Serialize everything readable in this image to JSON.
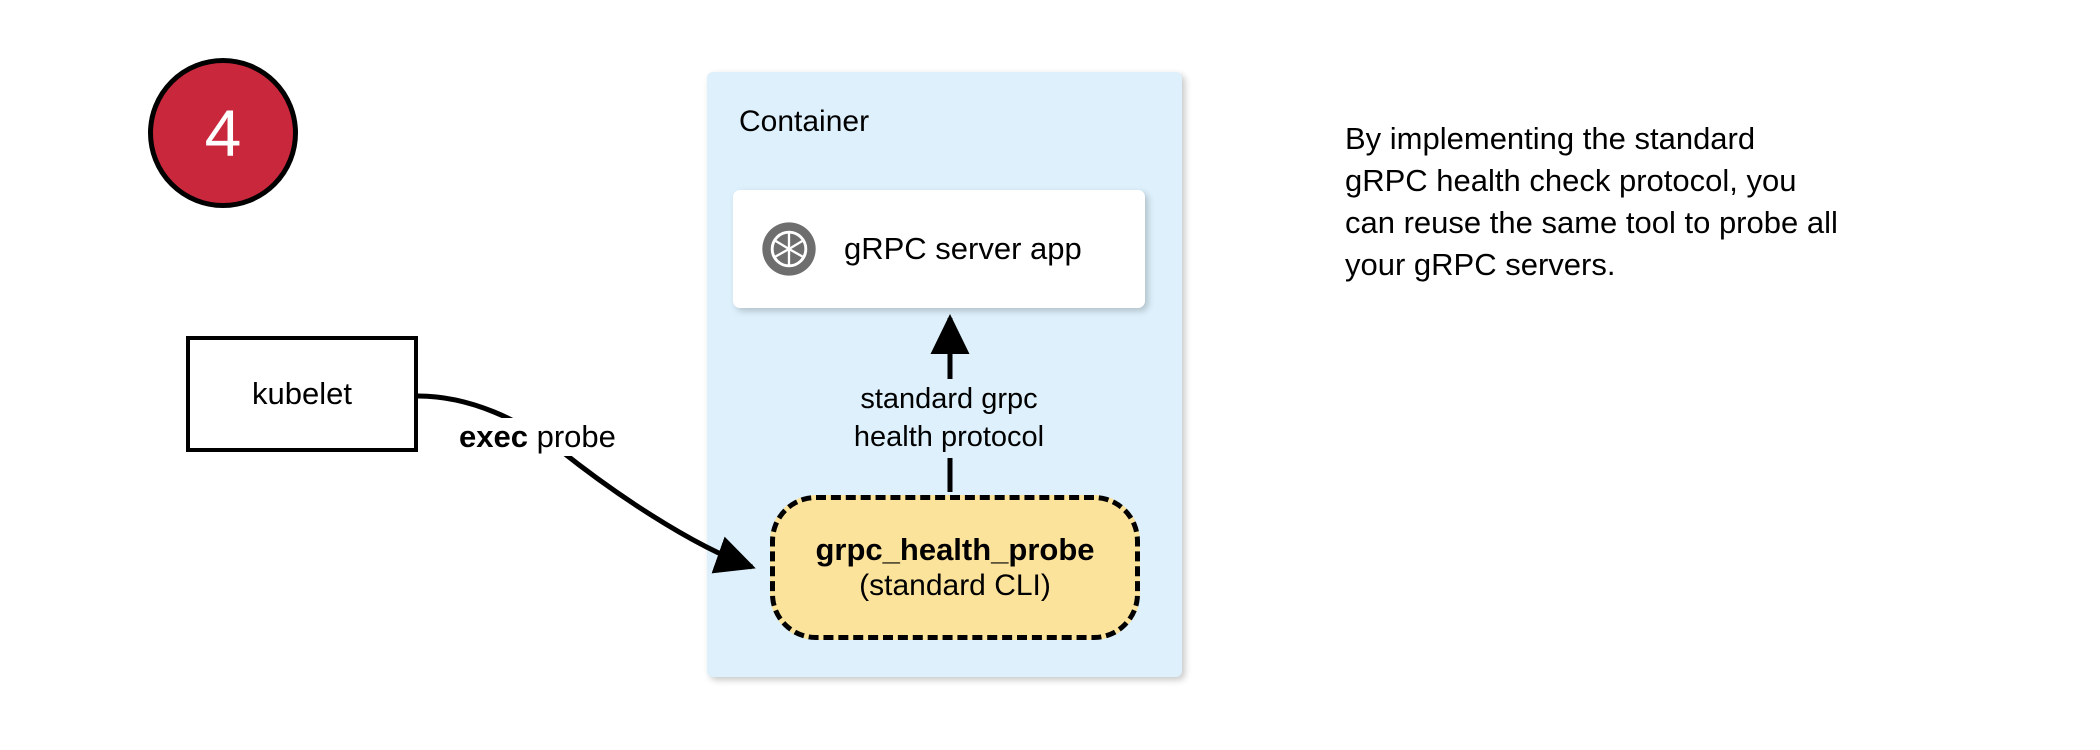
{
  "step": {
    "number": "4",
    "circle_color": "#C9283C",
    "border_color": "#000000"
  },
  "kubelet": {
    "label": "kubelet"
  },
  "edges": {
    "exec_probe": {
      "bold_text": "exec",
      "rest_text": " probe"
    },
    "protocol": {
      "line1": "standard grpc",
      "line2": "health protocol"
    }
  },
  "container": {
    "title": "Container",
    "fill_color": "#DDF0FB",
    "server_card": {
      "label": "gRPC server app",
      "icon": "grpc-shutter-icon",
      "icon_color": "#6E6E6E",
      "fill_color": "#FFFFFF"
    },
    "probe": {
      "name": "grpc_health_probe",
      "subtitle": "(standard CLI)",
      "fill_color": "#FCE39B",
      "border_style": "dashed"
    }
  },
  "note": {
    "lines": [
      "By implementing the standard",
      "gRPC health check protocol, you",
      "can reuse the same tool to probe all",
      "your gRPC servers."
    ]
  }
}
